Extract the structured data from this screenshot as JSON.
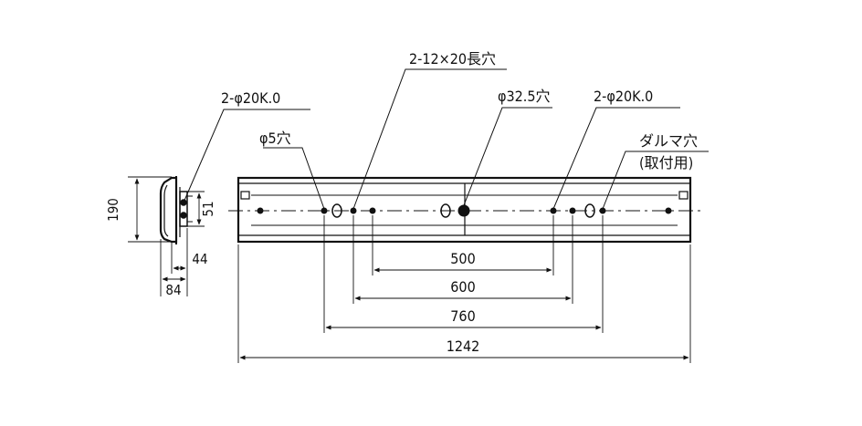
{
  "callouts": {
    "slot_holes": "2-12×20長穴",
    "bolt_hole_left": "2-φ20K.0",
    "hole_5": "φ5穴",
    "hole_325": "φ32.5穴",
    "bolt_hole_right": "2-φ20K.0",
    "daruma_hole_line1": "ダルマ穴",
    "daruma_hole_line2": "(取付用)"
  },
  "side_view": {
    "height": "190",
    "inner_height": "51",
    "depth_inner": "44",
    "depth": "84"
  },
  "dimensions": {
    "d500": "500",
    "d600": "600",
    "d760": "760",
    "d1242": "1242"
  },
  "colors": {
    "line": "#111111",
    "background": "#ffffff"
  }
}
